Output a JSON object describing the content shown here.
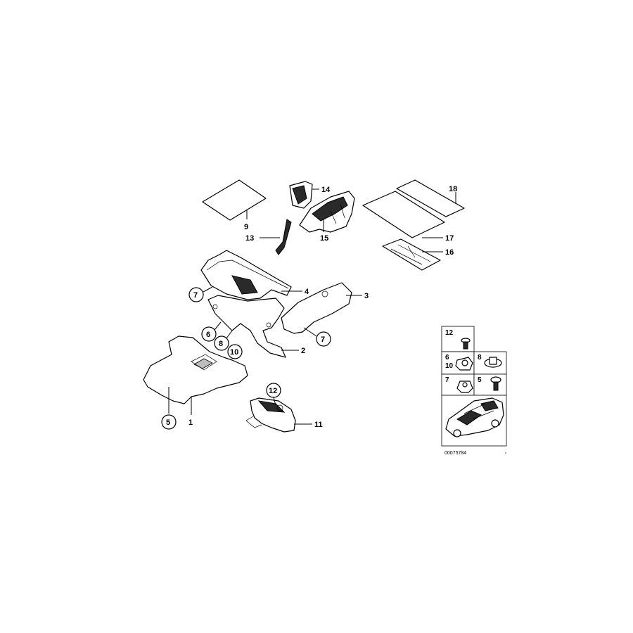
{
  "callouts": {
    "c1": "1",
    "c2": "2",
    "c3": "3",
    "c4": "4",
    "c5": "5",
    "c6": "6",
    "c7a": "7",
    "c7b": "7",
    "c8": "8",
    "c9": "9",
    "c10": "10",
    "c11": "11",
    "c12": "12",
    "c13": "13",
    "c14": "14",
    "c15": "15",
    "c16": "16",
    "c17": "17",
    "c18": "18"
  },
  "inset": {
    "row1": "12",
    "row2_left_a": "6",
    "row2_left_b": "10",
    "row2_right": "8",
    "row3_left": "7",
    "row3_right": "5",
    "figure_number": "00075784"
  },
  "colors": {
    "ink": "#000000",
    "paper": "#ffffff"
  }
}
